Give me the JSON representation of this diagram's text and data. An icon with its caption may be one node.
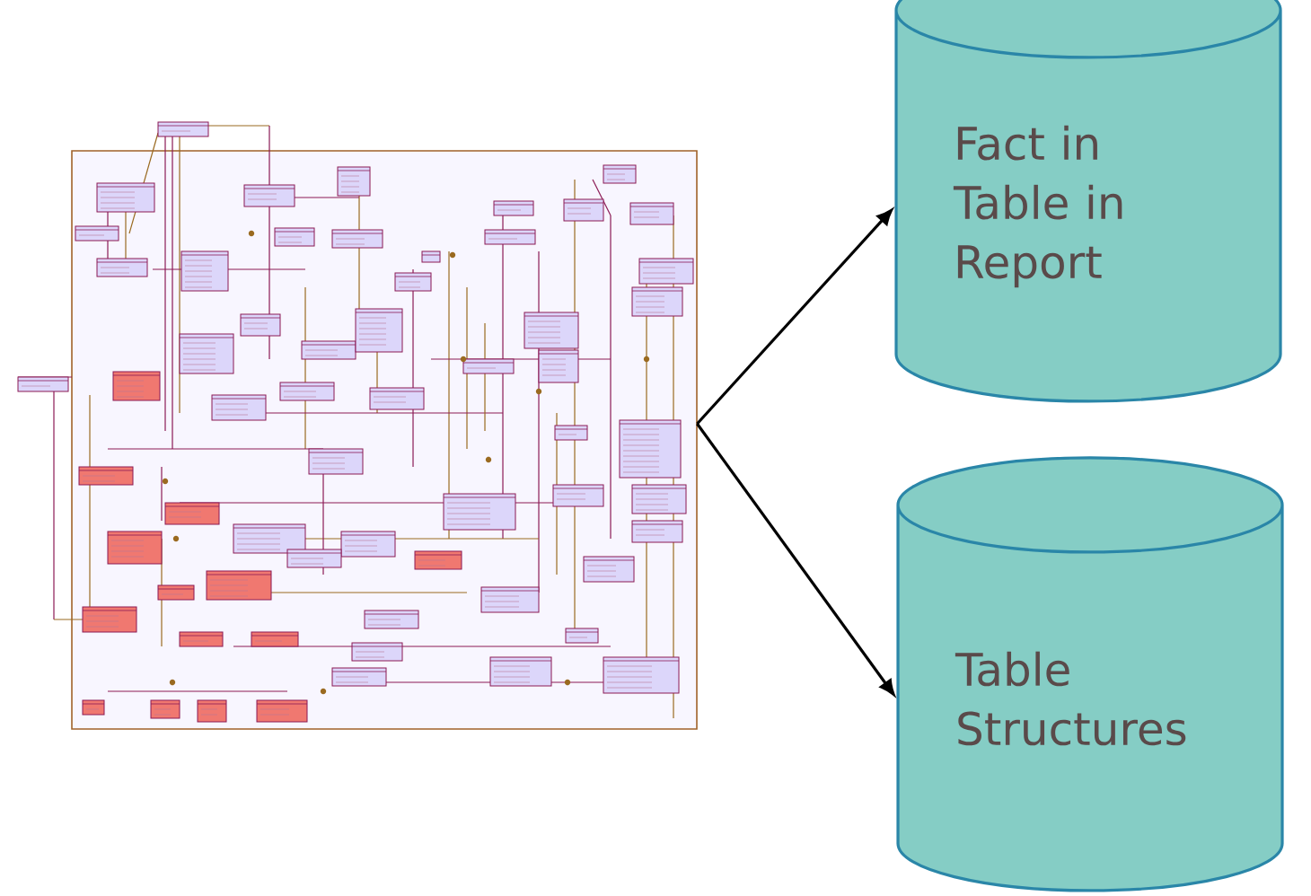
{
  "diagram": {
    "nodes": [
      {
        "text": [],
        "shape": "picture"
      },
      {
        "text": [
          "Fact in Table in Report"
        ]
      },
      {
        "text": [
          "Table Structures"
        ]
      }
    ],
    "edges": [
      {
        "from": 0,
        "to": 1,
        "arrow": "to"
      },
      {
        "from": 0,
        "to": 2,
        "arrow": "to"
      }
    ]
  }
}
